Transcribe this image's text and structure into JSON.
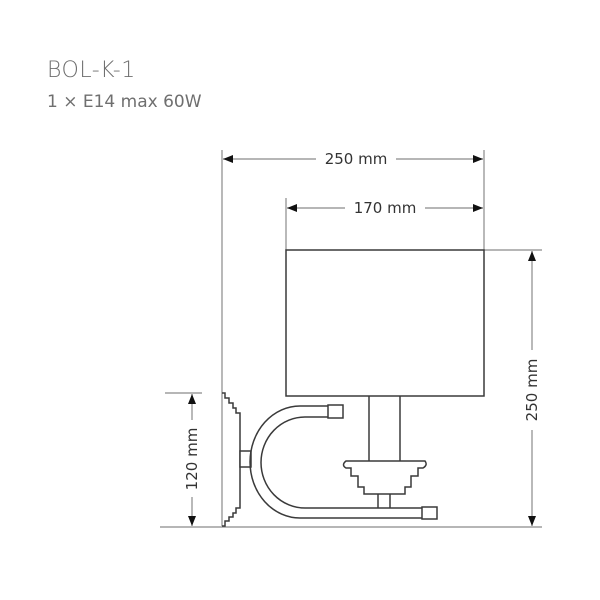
{
  "header": {
    "model": "BOL-K-1",
    "spec": "1 × E14 max 60W"
  },
  "dimensions": {
    "total_width": "250 mm",
    "shade_width": "170 mm",
    "total_height": "250 mm",
    "wall_plate_height": "120 mm"
  },
  "colors": {
    "line": "#3a3a3a",
    "dim_line": "#8a8a8a",
    "text": "#6f6f6f"
  }
}
